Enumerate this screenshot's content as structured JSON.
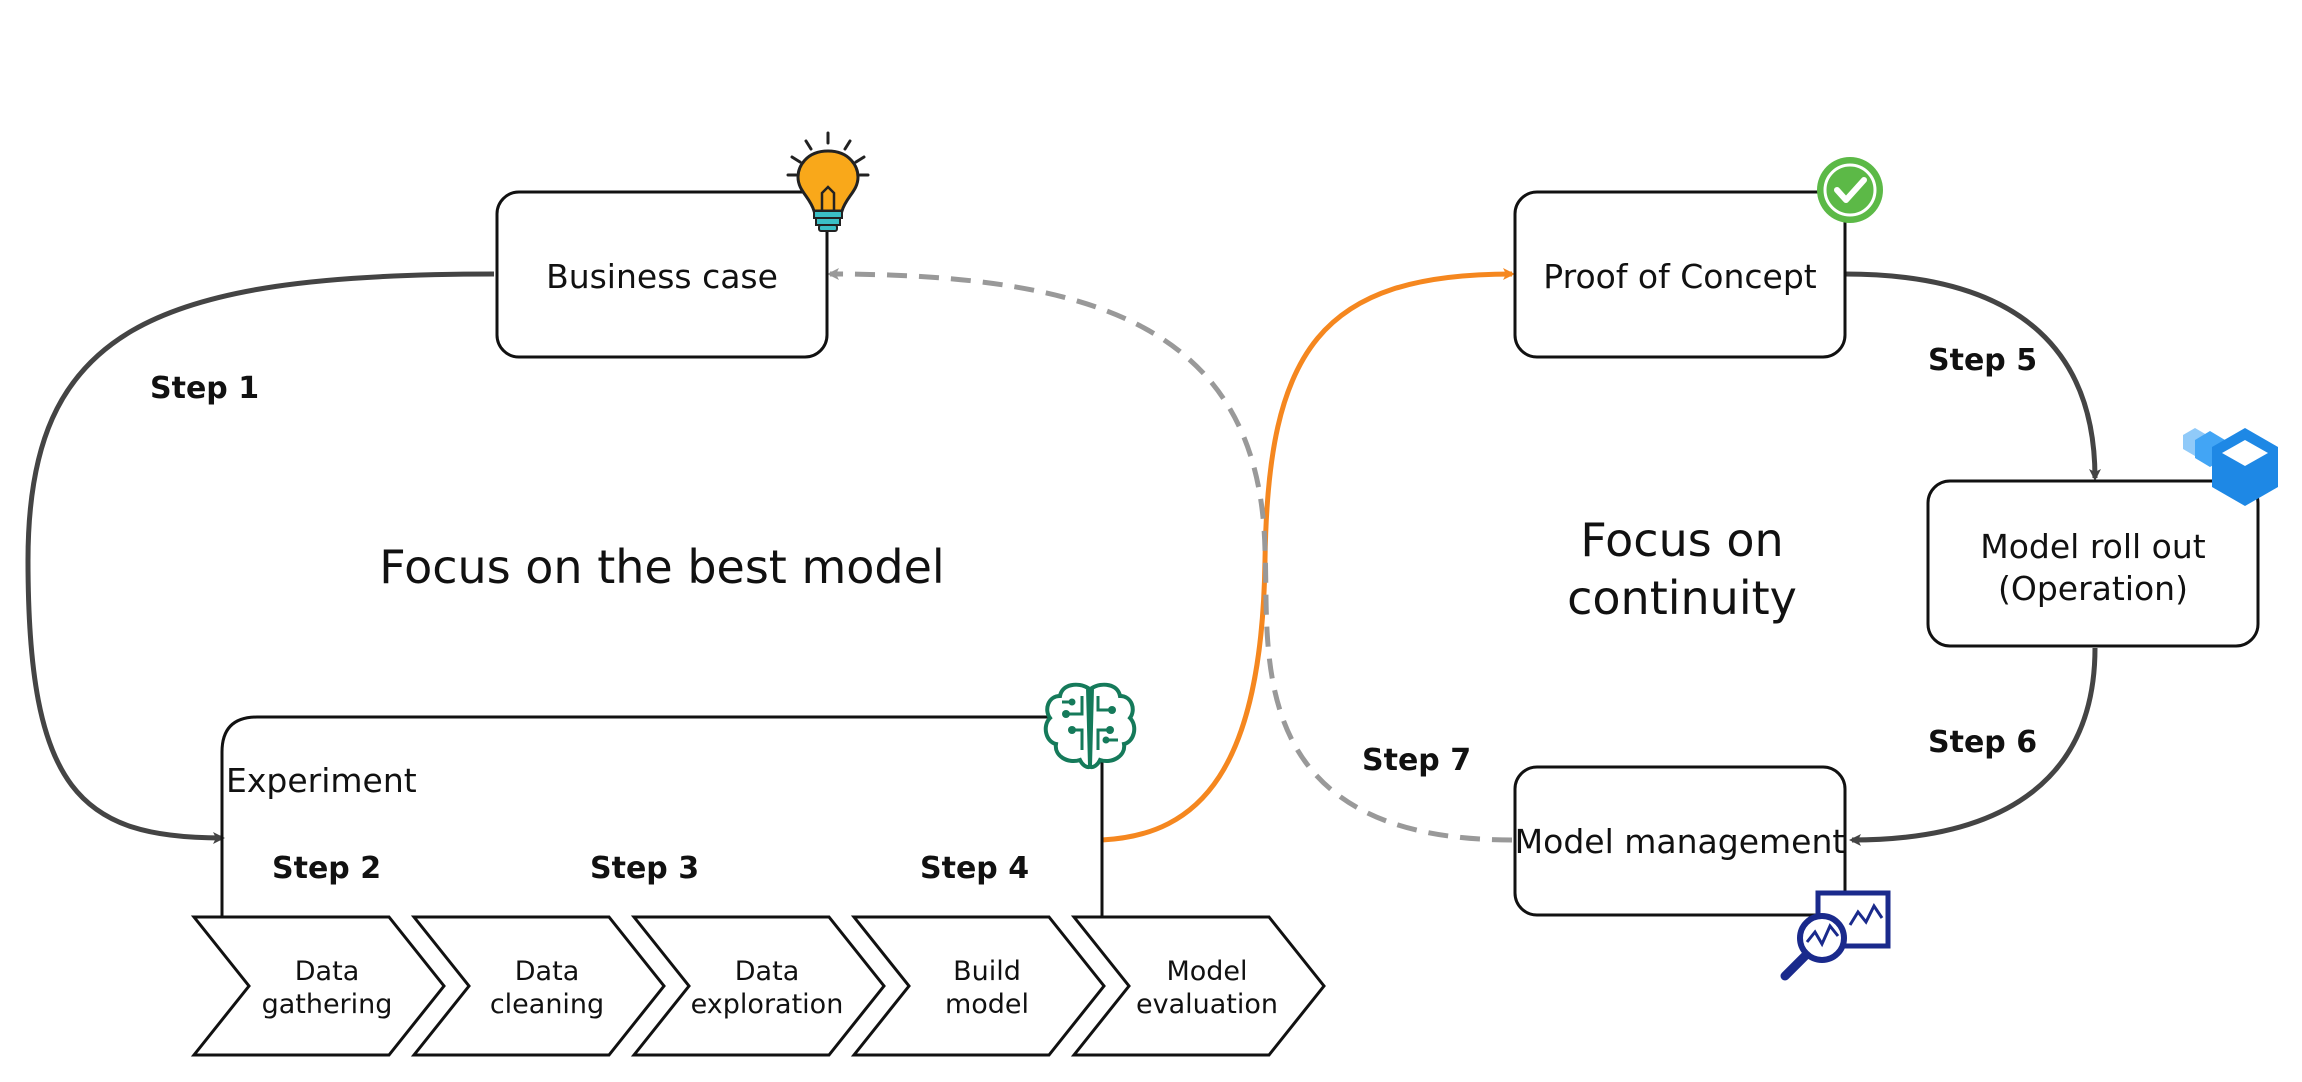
{
  "nodes": {
    "business_case": "Business case",
    "proof_of_concept": "Proof of Concept",
    "model_rollout": [
      "Model roll out",
      "(Operation)"
    ],
    "model_management": "Model management",
    "experiment": "Experiment"
  },
  "steps": {
    "s1": "Step 1",
    "s2": "Step 2",
    "s3": "Step 3",
    "s4": "Step 4",
    "s5": "Step 5",
    "s6": "Step 6",
    "s7": "Step 7"
  },
  "focus": {
    "left": "Focus on the best model",
    "right_line1": "Focus on",
    "right_line2": "continuity"
  },
  "chevrons": [
    [
      "Data",
      "gathering"
    ],
    [
      "Data",
      "cleaning"
    ],
    [
      "Data",
      "exploration"
    ],
    [
      "Build",
      "model"
    ],
    [
      "Model",
      "evaluation"
    ]
  ],
  "icons": {
    "business_case": "lightbulb-icon",
    "proof_of_concept": "checkmark-icon",
    "model_rollout": "cube-icon",
    "model_management": "monitoring-magnifier-icon",
    "experiment": "brain-circuit-icon"
  },
  "colors": {
    "arrow_dark": "#444444",
    "arrow_orange": "#F5871F",
    "arrow_dashed": "#999999",
    "bulb": "#F9A81A",
    "check": "#5CB947",
    "cube": "#1E88E5",
    "monitor": "#1A2A8C",
    "brain": "#157A5A"
  }
}
